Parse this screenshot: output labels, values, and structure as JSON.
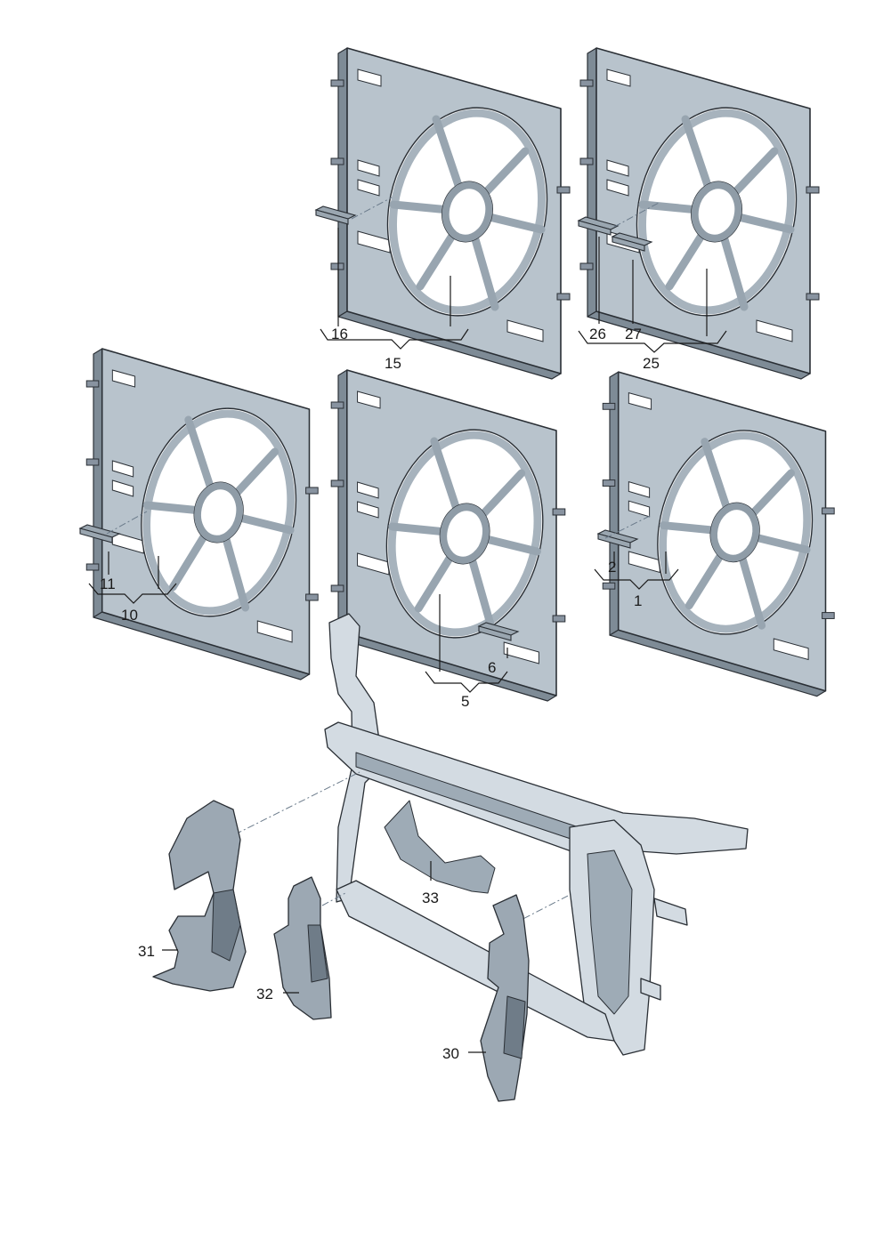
{
  "callouts": {
    "c1": "1",
    "c2": "2",
    "c5": "5",
    "c6": "6",
    "c10": "10",
    "c11": "11",
    "c15": "15",
    "c16": "16",
    "c25": "25",
    "c26": "26",
    "c27": "27",
    "c30": "30",
    "c31": "31",
    "c32": "32",
    "c33": "33"
  },
  "colors": {
    "frame": "#b8c3cc",
    "frame_shadow": "#7e8b96",
    "outline": "#2a2f35",
    "carrier": "#d3dbe2",
    "duct": "#9ca8b3"
  }
}
